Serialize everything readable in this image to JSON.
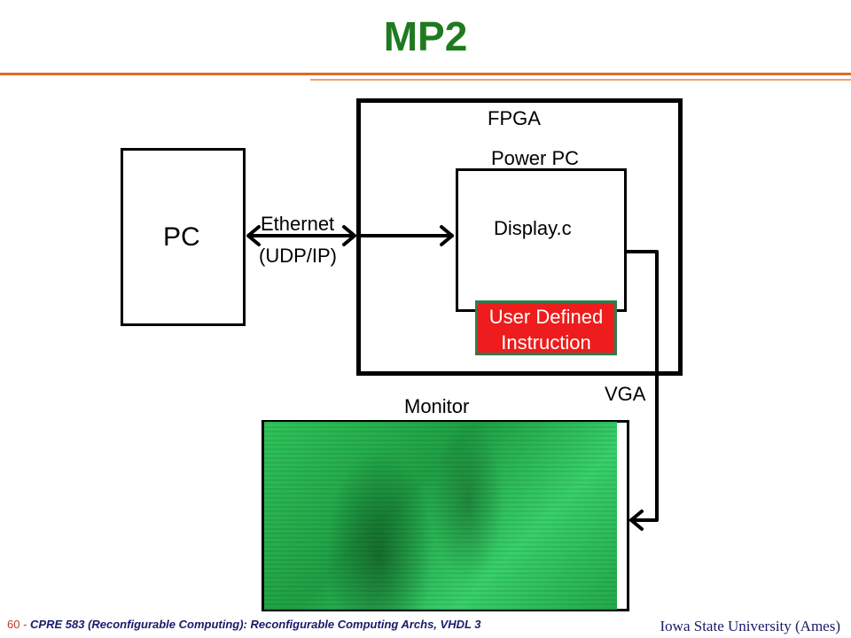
{
  "slide": {
    "title": "MP2"
  },
  "diagram": {
    "pc_label": "PC",
    "fpga_label": "FPGA",
    "powerpc_label": "Power PC",
    "display_label": "Display.c",
    "udi_line1": "User Defined",
    "udi_line2": "Instruction",
    "ethernet_line1": "Ethernet",
    "ethernet_line2": "(UDP/IP)",
    "vga_label": "VGA",
    "monitor_label": "Monitor"
  },
  "footer": {
    "page_number": "60 -",
    "course_text": "CPRE 583 (Reconfigurable Computing):  Reconfigurable Computing Archs, VHDL 3",
    "institution": "Iowa State University (Ames)"
  },
  "colors": {
    "title": "#1f7a1f",
    "rule": "#e06a2a",
    "udi_fill": "#ee1c1c",
    "udi_border": "#2e7d4f",
    "screen": "#2fc45a"
  }
}
